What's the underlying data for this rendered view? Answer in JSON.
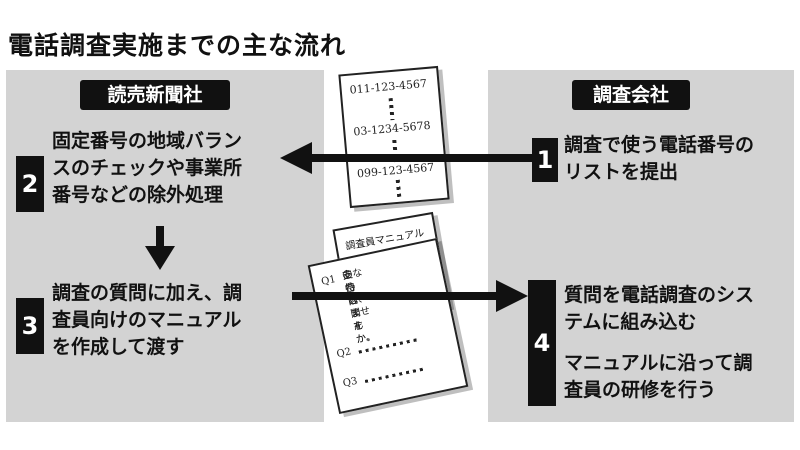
{
  "title": "電話調査実施までの主な流れ",
  "left_panel": {
    "header": "読売新聞社",
    "step2": {
      "number": "2",
      "lines": [
        "固定番号の地域バラン",
        "スのチェックや事業所",
        "番号などの除外処理"
      ]
    },
    "step3": {
      "number": "3",
      "lines": [
        "調査の質問に加え、調",
        "査員向けのマニュアル",
        "を作成して渡す"
      ]
    }
  },
  "right_panel": {
    "header": "調査会社",
    "step1": {
      "number": "1",
      "lines": [
        "調査で使う電話番号の",
        "リストを提出"
      ]
    },
    "step4": {
      "number": "4",
      "lines": [
        "質問を電話調査のシス",
        "テムに組み込む",
        "マニュアルに沿って調",
        "査員の研修を行う"
      ]
    }
  },
  "phone_list": {
    "numbers": [
      "011-123-4567",
      "03-1234-5678",
      "099-123-4567"
    ]
  },
  "manual": {
    "title": "調査員マニュアル",
    "q1_label": "Q1",
    "q1_lines": [
      "あなたは、",
      "〇〇内閣を",
      "支持しますか、",
      "支持しませんか。"
    ],
    "q2_label": "Q2",
    "q3_label": "Q3"
  }
}
